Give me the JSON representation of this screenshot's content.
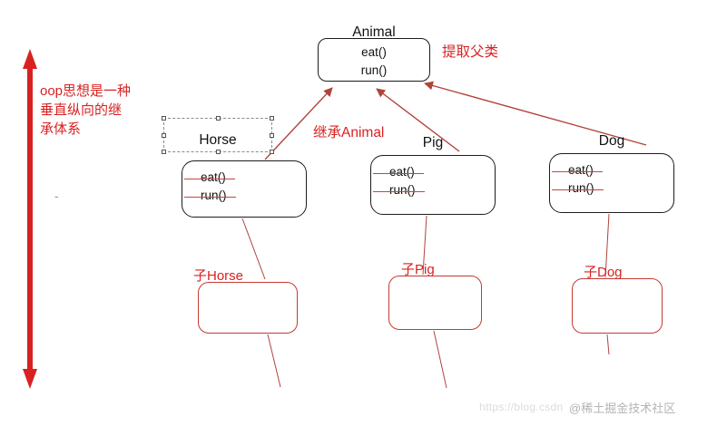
{
  "colors": {
    "red": "#d92121",
    "connector_red": "#b0433c",
    "strike_red": "#c24740",
    "shape_border": "#1c1c1c",
    "watermark_gray": "#b4b4b4",
    "watermark_faint": "#dcdcdc"
  },
  "annotations": {
    "oop_note_lines": [
      "oop思想是一种",
      "垂直纵向的继",
      "承体系"
    ],
    "extract_parent": "提取父类",
    "inherit_animal": "继承Animal",
    "stray_mark": "-"
  },
  "classes": {
    "animal": {
      "name": "Animal",
      "methods": [
        "eat()",
        "run()"
      ]
    },
    "horse": {
      "name": "Horse",
      "methods": [
        "eat()",
        "run()"
      ],
      "child_label": "子Horse"
    },
    "pig": {
      "name": "Pig",
      "methods": [
        "eat()",
        "run()"
      ],
      "child_label": "子Pig"
    },
    "dog": {
      "name": "Dog",
      "methods": [
        "eat()",
        "run()"
      ],
      "child_label": "子Dog"
    }
  },
  "watermark": {
    "url": "https://blog.csdn",
    "credit": "@稀土掘金技术社区"
  }
}
